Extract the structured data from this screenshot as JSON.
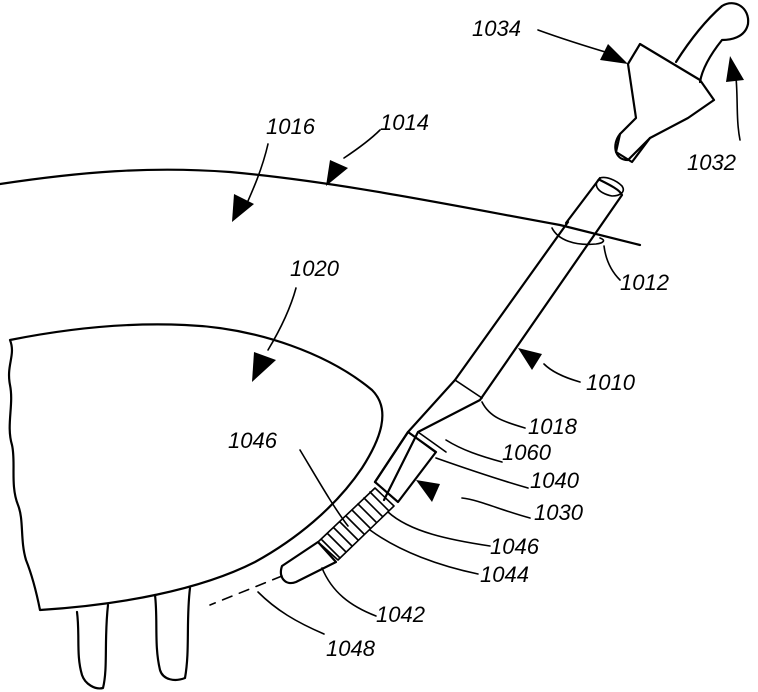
{
  "figure": {
    "labels": {
      "l1034": "1034",
      "l1032": "1032",
      "l1016": "1016",
      "l1014": "1014",
      "l1012": "1012",
      "l1020": "1020",
      "l1010": "1010",
      "l1018": "1018",
      "l1060": "1060",
      "l1046a": "1046",
      "l1040": "1040",
      "l1030": "1030",
      "l1046b": "1046",
      "l1044": "1044",
      "l1042": "1042",
      "l1048": "1048"
    }
  }
}
